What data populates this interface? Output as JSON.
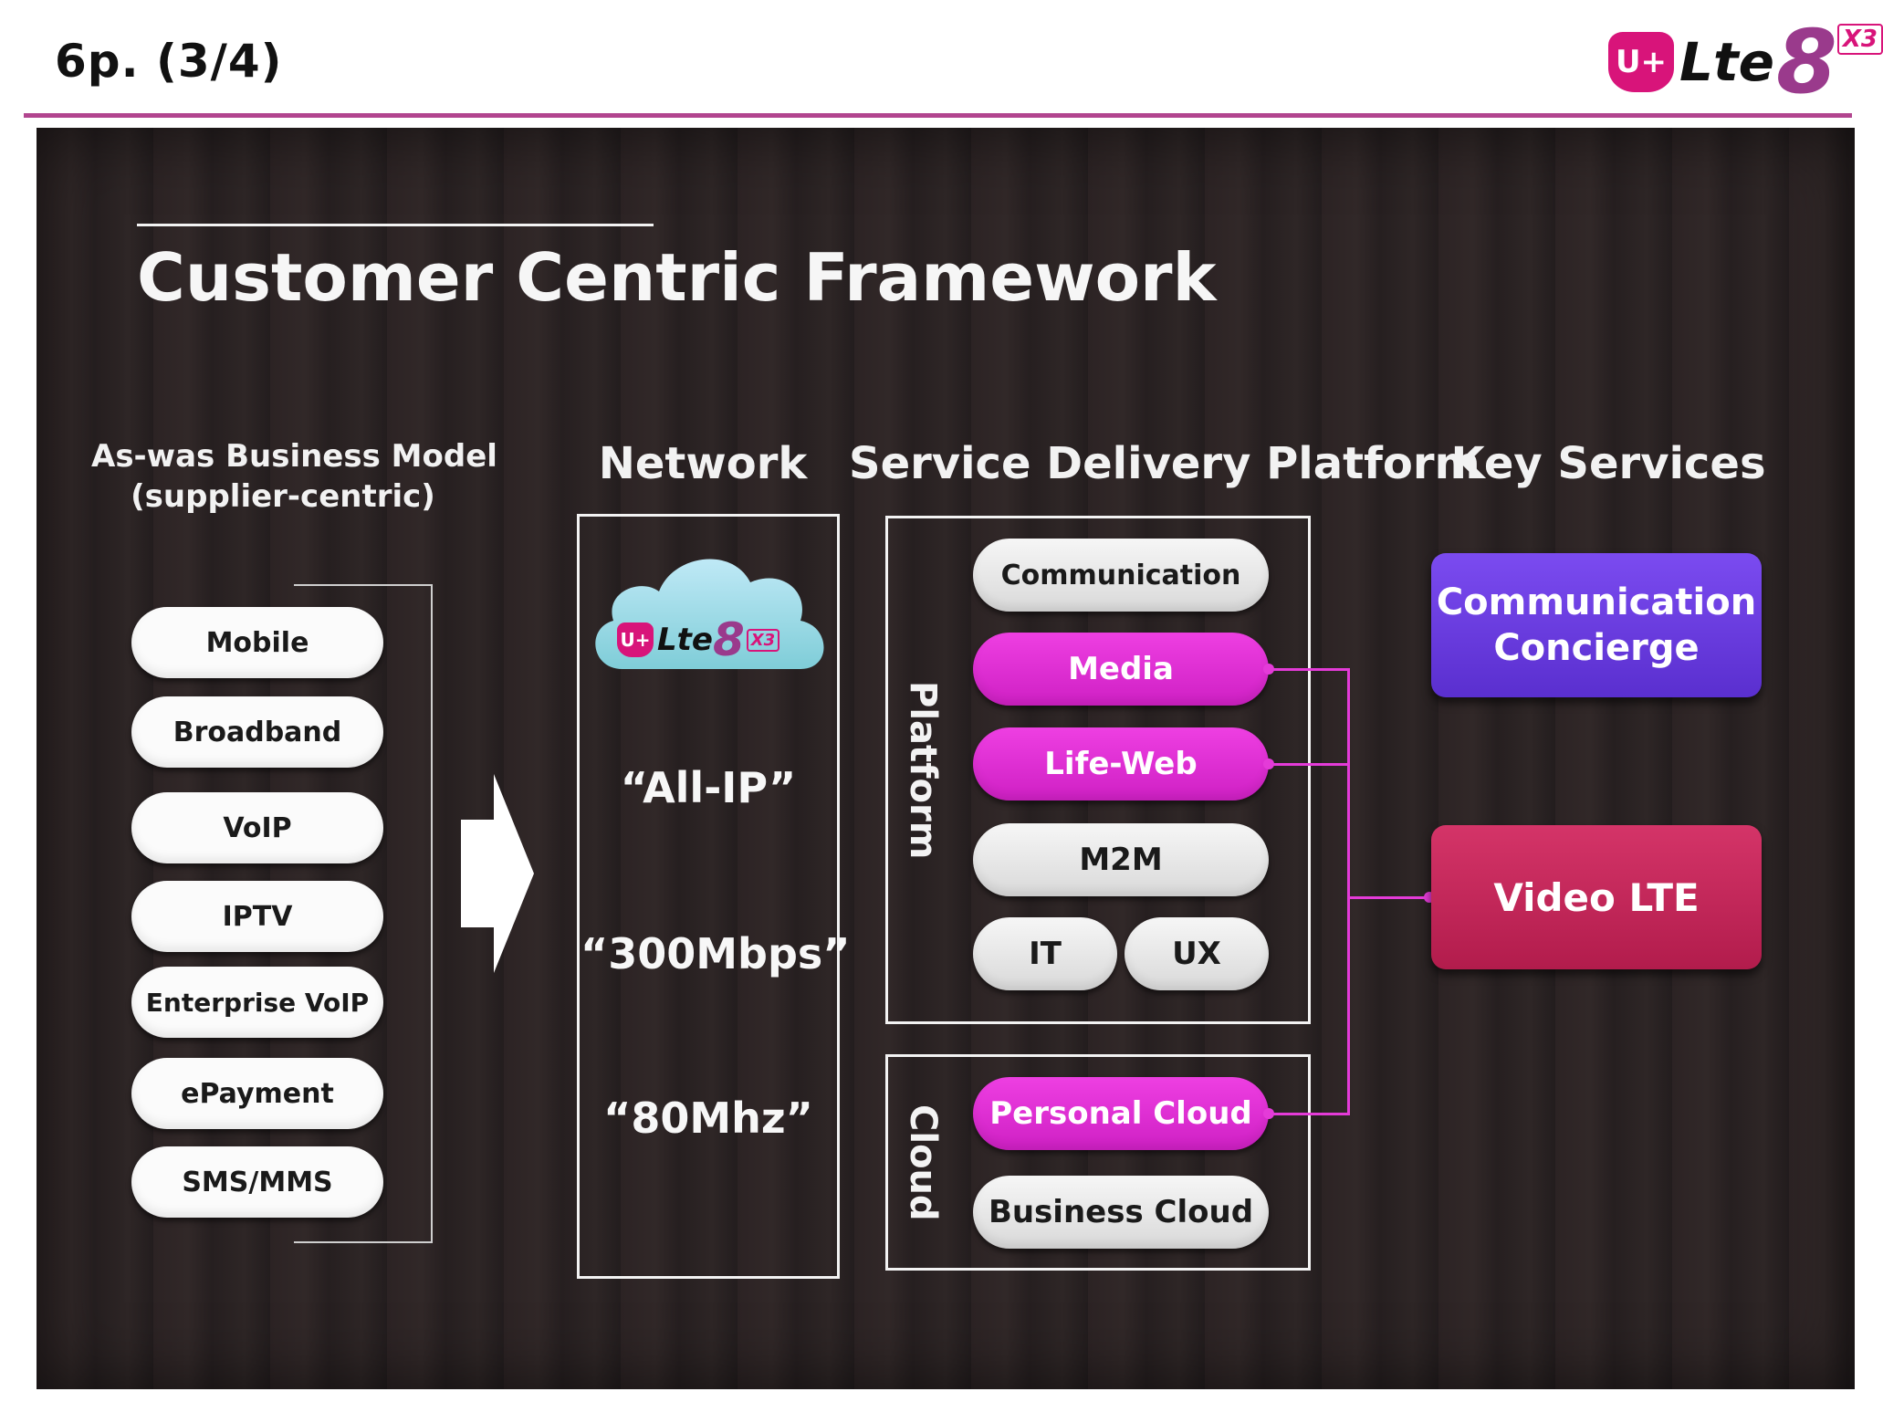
{
  "header": {
    "page_title": "6p. (3/4)",
    "logo": {
      "u": "U+",
      "lte": "Lte",
      "eight": "8",
      "badge": "X3"
    }
  },
  "slide": {
    "title": "Customer Centric Framework",
    "as_was": {
      "heading_line1": "As-was Business Model",
      "heading_line2": "(supplier-centric)",
      "items": [
        "Mobile",
        "Broadband",
        "VoIP",
        "IPTV",
        "Enterprise VoIP",
        "ePayment",
        "SMS/MMS"
      ]
    },
    "network": {
      "heading": "Network",
      "texts": [
        "“All-IP”",
        "“300Mbps”",
        "“80Mhz”"
      ]
    },
    "sdp": {
      "heading": "Service  Delivery  Platform",
      "platform_label": "Platform",
      "cloud_label": "Cloud",
      "platform_items": {
        "communication": "Communication",
        "media": "Media",
        "life_web": "Life-Web",
        "m2m": "M2M",
        "it": "IT",
        "ux": "UX"
      },
      "cloud_items": {
        "personal": "Personal  Cloud",
        "business": "Business Cloud"
      }
    },
    "key_services": {
      "heading": "Key Services",
      "communication_concierge_line1": "Communication",
      "communication_concierge_line2": "Concierge",
      "video_lte": "Video LTE"
    }
  },
  "colors": {
    "header_rule": "#b2458f",
    "magenta": "#e43bd8",
    "concierge": "#6a3de0",
    "video_lte": "#c42456"
  }
}
